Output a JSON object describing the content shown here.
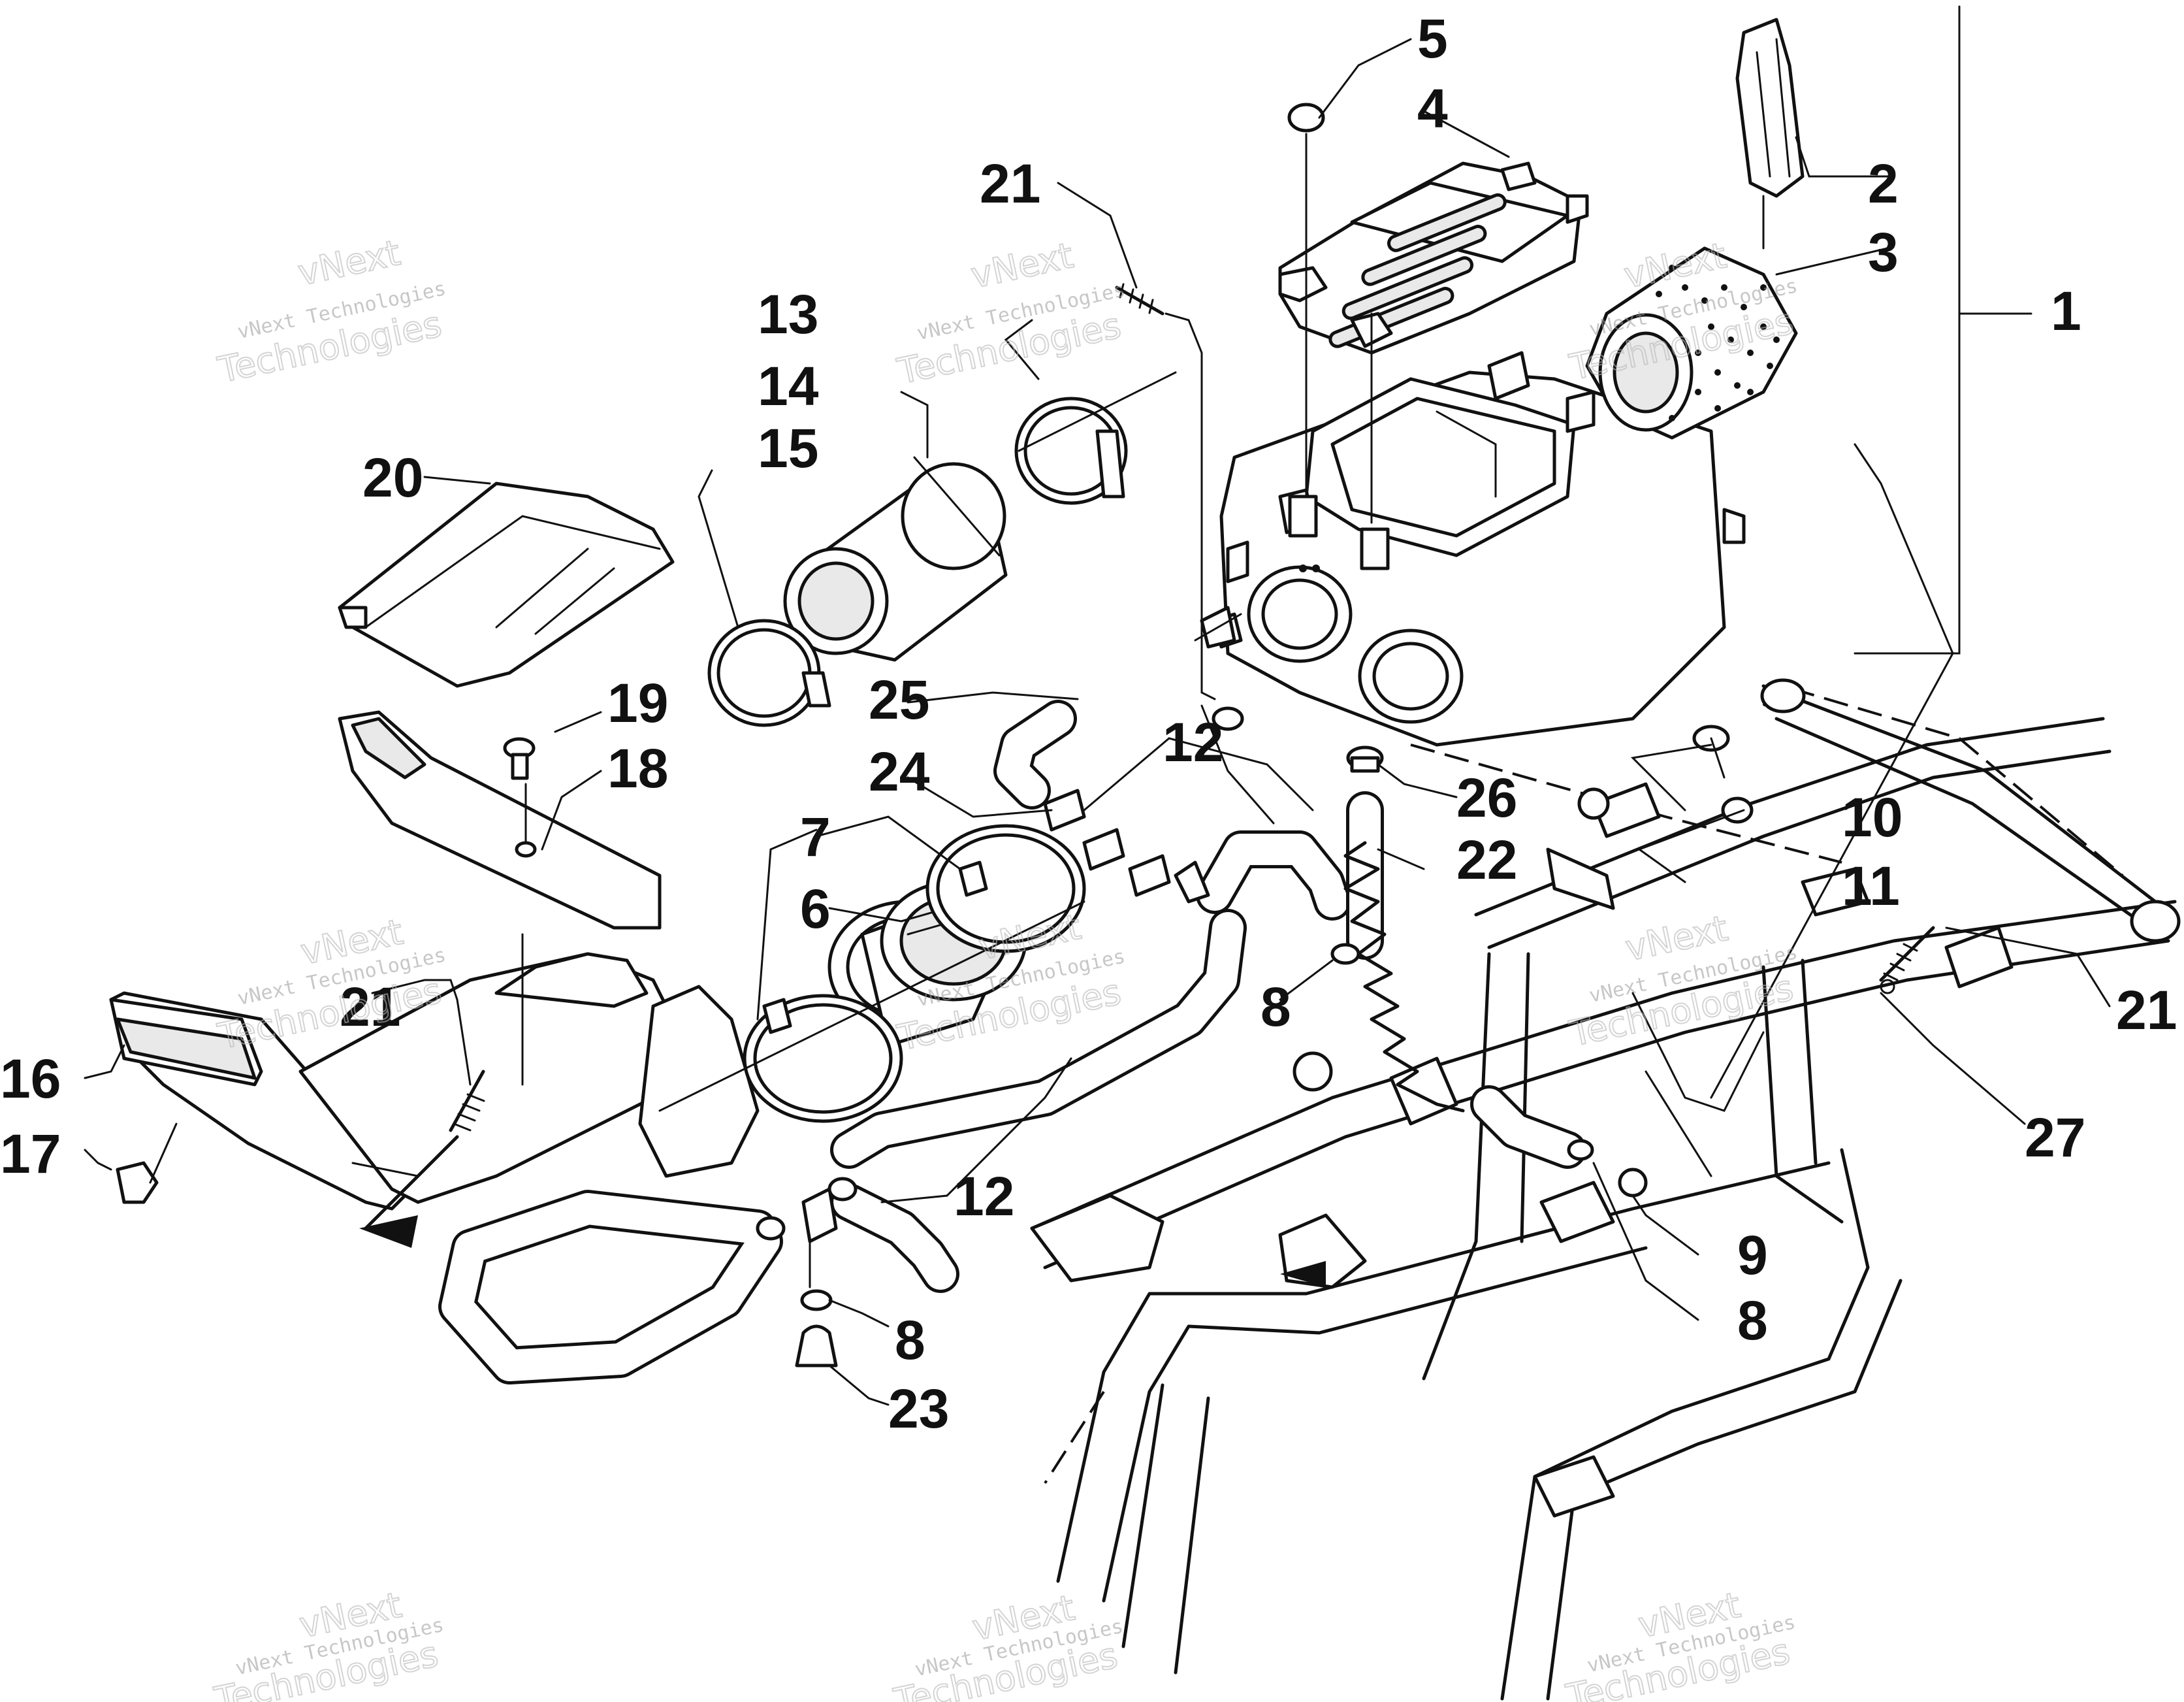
{
  "callouts": {
    "c1": "1",
    "c2": "2",
    "c3": "3",
    "c4": "4",
    "c5": "5",
    "c6": "6",
    "c7": "7",
    "c8a": "8",
    "c8b": "8",
    "c8c": "8",
    "c9": "9",
    "c10": "10",
    "c11": "11",
    "c12a": "12",
    "c12b": "12",
    "c13": "13",
    "c14": "14",
    "c15": "15",
    "c16": "16",
    "c17": "17",
    "c18": "18",
    "c19": "19",
    "c20": "20",
    "c21a": "21",
    "c21b": "21",
    "c21c": "21",
    "c22": "22",
    "c23": "23",
    "c24": "24",
    "c25": "25",
    "c26": "26",
    "c27": "27"
  },
  "watermark": {
    "line1": "vNext",
    "line2": "vNext Technologies",
    "line3": "Technologies"
  }
}
